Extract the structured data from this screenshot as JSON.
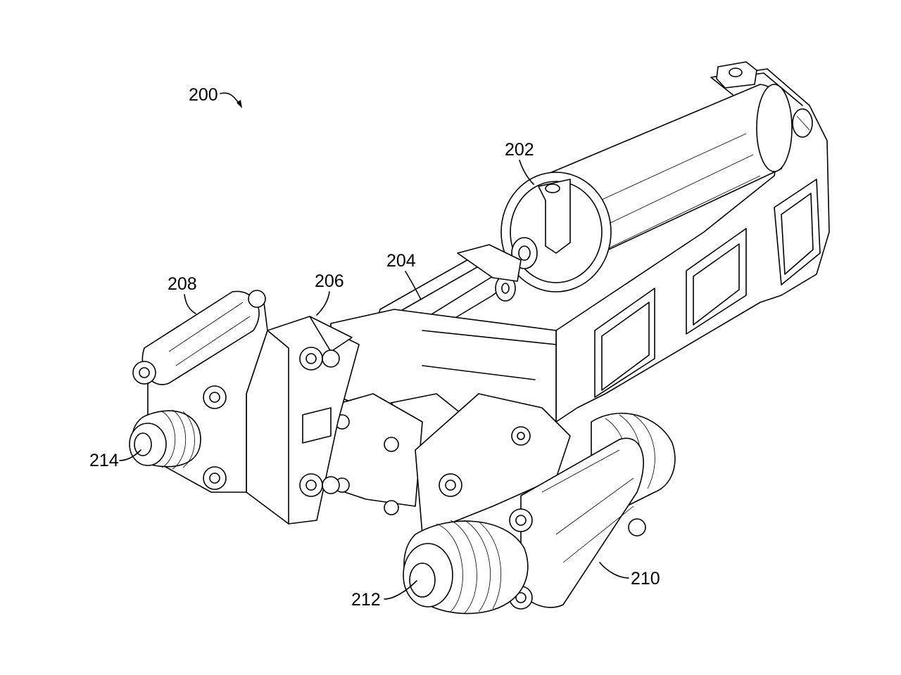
{
  "figure": {
    "labels": {
      "assembly": "200",
      "actuator": "202",
      "link": "204",
      "plate": "206",
      "left_clamp": "208",
      "right_clamp": "210",
      "front_fitting": "212",
      "left_fitting": "214"
    }
  }
}
